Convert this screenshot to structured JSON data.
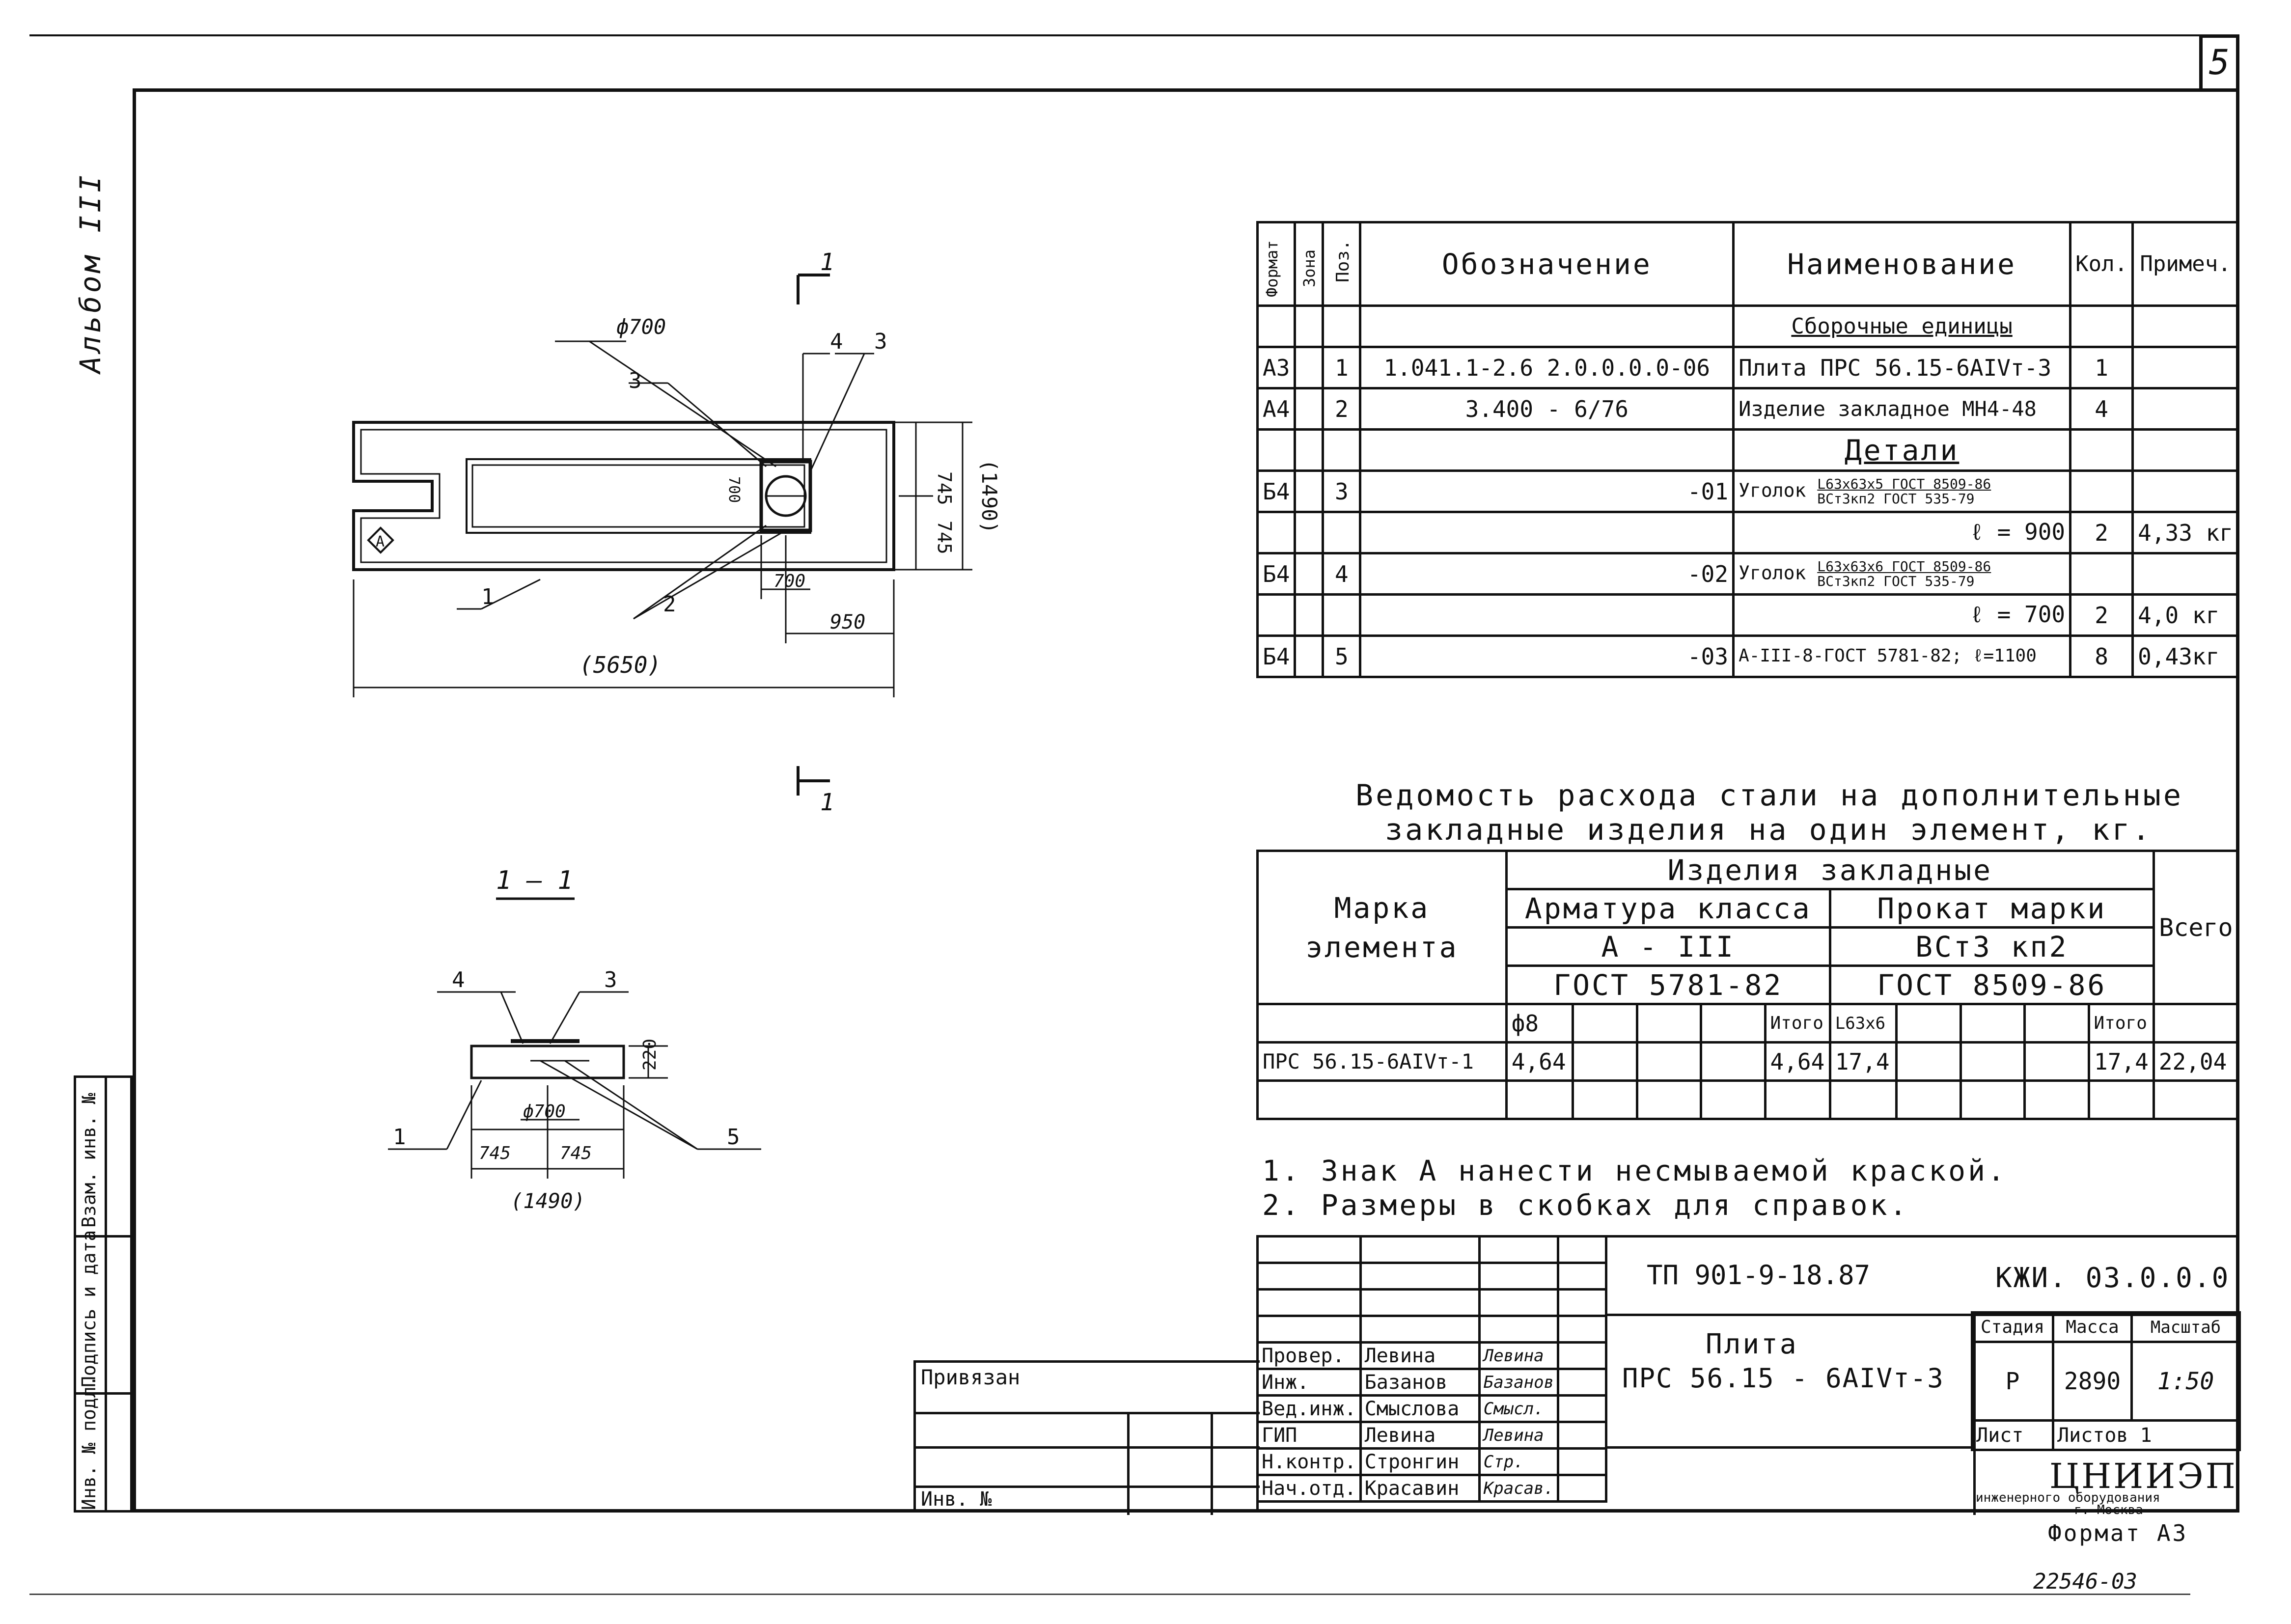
{
  "sheet_number": "5",
  "album_label": "Альбом III",
  "side_stamp": {
    "cells": [
      "Инв. № подл.",
      "Подпись и дата",
      "Взам. инв. №"
    ]
  },
  "plan_view": {
    "section_marks": [
      "1",
      "1"
    ],
    "dims": {
      "length": "(5650)",
      "width_half_a": "745",
      "width_half_b": "745",
      "width": "(1490)",
      "offset": "950",
      "hole": "700",
      "hole_side": "700",
      "diameter": "ф700"
    },
    "leaders": [
      "1",
      "2",
      "3",
      "3",
      "4"
    ],
    "sign": "А"
  },
  "section_view": {
    "title": "1 — 1",
    "dims": {
      "height": "220",
      "diameter": "ф700",
      "half_a": "745",
      "half_b": "745",
      "width": "(1490)"
    },
    "leaders": [
      "1",
      "3",
      "4",
      "5"
    ]
  },
  "spec_table": {
    "headers": {
      "format": "Формат",
      "zone": "Зона",
      "pos": "Поз.",
      "designation": "Обозначение",
      "name": "Наименование",
      "qty": "Кол.",
      "note": "Примеч."
    },
    "section_assembly": "Сборочные единицы",
    "section_details": "Детали",
    "rows": [
      {
        "format": "А3",
        "pos": "1",
        "designation": "1.041.1-2.6  2.0.0.0.0-06",
        "name": "Плита ПРС 56.15-6АIVт-3",
        "qty": "1",
        "note": ""
      },
      {
        "format": "А4",
        "pos": "2",
        "designation": "3.400 - 6/76",
        "name": "Изделие закладное МН4-48",
        "qty": "4",
        "note": ""
      },
      {
        "format": "Б4",
        "pos": "3",
        "designation": "-01",
        "name": "Уголок",
        "name_top": "L63x63x5 ГОСТ 8509-86",
        "name_bottom": "ВСт3кп2 ГОСТ 535-79",
        "length": "ℓ = 900",
        "qty": "2",
        "note": "4,33 кг"
      },
      {
        "format": "Б4",
        "pos": "4",
        "designation": "-02",
        "name": "Уголок",
        "name_top": "L63x63x6 ГОСТ 8509-86",
        "name_bottom": "ВСт3кп2 ГОСТ 535-79",
        "length": "ℓ = 700",
        "qty": "2",
        "note": "4,0 кг"
      },
      {
        "format": "Б4",
        "pos": "5",
        "designation": "-03",
        "name": "А-III-8-ГОСТ 5781-82; ℓ=1100",
        "qty": "8",
        "note": "0,43кг"
      }
    ]
  },
  "steel_table": {
    "title_line1": "Ведомость расхода стали на дополнительные",
    "title_line2": "закладные изделия на один элемент, кг.",
    "mark_header": "Марка элемента",
    "group_header": "Изделия закладные",
    "rebar_header": "Арматура класса",
    "rebar_class": "А - III",
    "rebar_gost": "ГОСТ 5781-82",
    "rolled_header": "Прокат марки",
    "rolled_grade": "ВСт3 кп2",
    "rolled_gost": "ГОСТ 8509-86",
    "total_header": "Всего",
    "sub_rebar": "ф8",
    "sub_rebar_total": "Итого",
    "sub_rolled": "L63x6",
    "sub_rolled_total": "Итого",
    "row": {
      "mark": "ПРС 56.15-6АIVт-1",
      "rebar": "4,64",
      "rebar_total": "4,64",
      "rolled": "17,4",
      "rolled_total": "17,4",
      "total": "22,04"
    }
  },
  "notes": [
    "1. Знак А нанести несмываемой краской.",
    "2. Размеры в скобках для справок."
  ],
  "title_block": {
    "project_code": "ТП 901-9-18.87",
    "doc_code": "КЖИ. 03.0.0.0",
    "title_line1": "Плита",
    "title_line2": "ПРС 56.15 - 6АIVт-3",
    "stage_header": "Стадия",
    "mass_header": "Масса",
    "scale_header": "Масштаб",
    "stage": "Р",
    "mass": "2890",
    "scale": "1:50",
    "sheet_label": "Лист",
    "sheets_label": "Листов 1",
    "org_line1": "ЦНИИЭП",
    "org_line2": "инженерного оборудования",
    "org_line3": "г. Москва",
    "roles": [
      {
        "role": "Провер.",
        "name": "Левина"
      },
      {
        "role": "Инж.",
        "name": "Базанов"
      },
      {
        "role": "Вед.инж.",
        "name": "Смыслова"
      },
      {
        "role": "ГИП",
        "name": "Левина"
      },
      {
        "role": "Н.контр.",
        "name": "Стронгин"
      },
      {
        "role": "Нач.отд.",
        "name": "Красавин"
      }
    ],
    "signatures": [
      "Левина",
      "Базанов",
      "Смысл.",
      "Левина",
      "Стр.",
      "Красав."
    ]
  },
  "binding_block": {
    "bound_label": "Привязан",
    "inv_label": "Инв. №"
  },
  "format_label": "Формат А3",
  "archive_number": "22546-03"
}
